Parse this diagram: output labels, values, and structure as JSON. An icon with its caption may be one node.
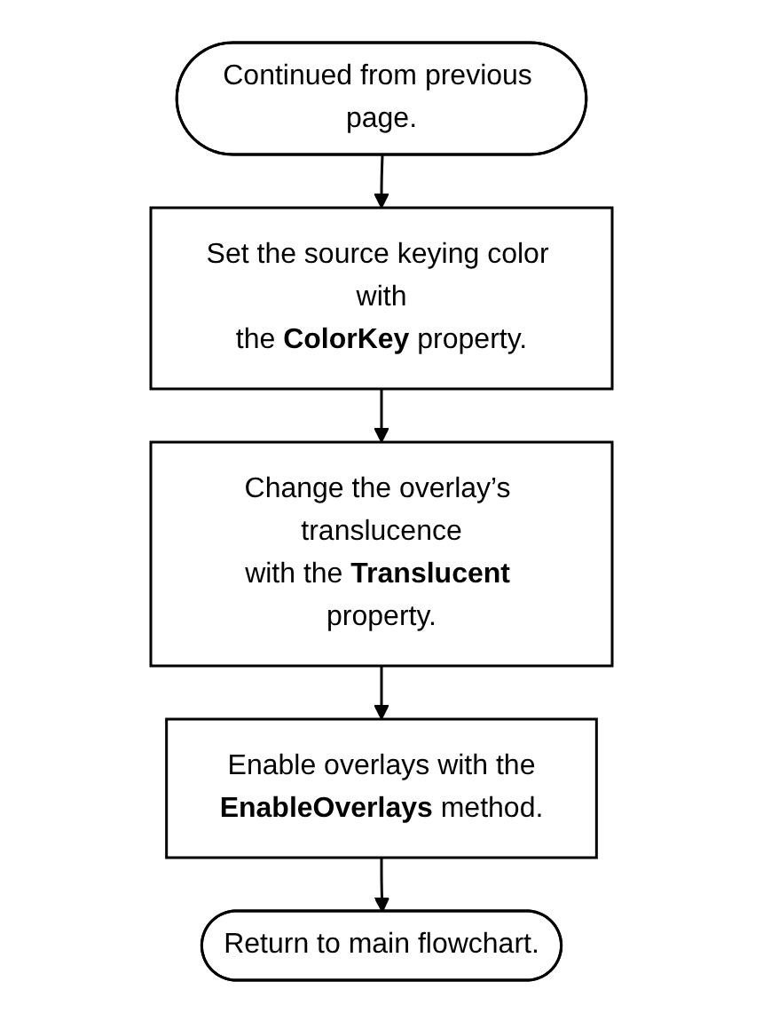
{
  "diagram": {
    "nodes": [
      {
        "text": [
          "Continued from previous page."
        ]
      },
      {
        "text": [
          "Set the source keying color with the **ColorKey** property."
        ]
      },
      {
        "text": [
          "Change the overlay’s translucence with the **Translucent** property."
        ]
      },
      {
        "text": [
          "Enable overlays with the **EnableOverlays** method."
        ]
      },
      {
        "text": [
          "Return to main flowchart."
        ]
      }
    ],
    "edges": [
      {
        "from": 0,
        "to": 1,
        "arrow": "to"
      },
      {
        "from": 1,
        "to": 2,
        "arrow": "to"
      },
      {
        "from": 2,
        "to": 3,
        "arrow": "to"
      },
      {
        "from": 3,
        "to": 4,
        "arrow": "to"
      }
    ]
  }
}
